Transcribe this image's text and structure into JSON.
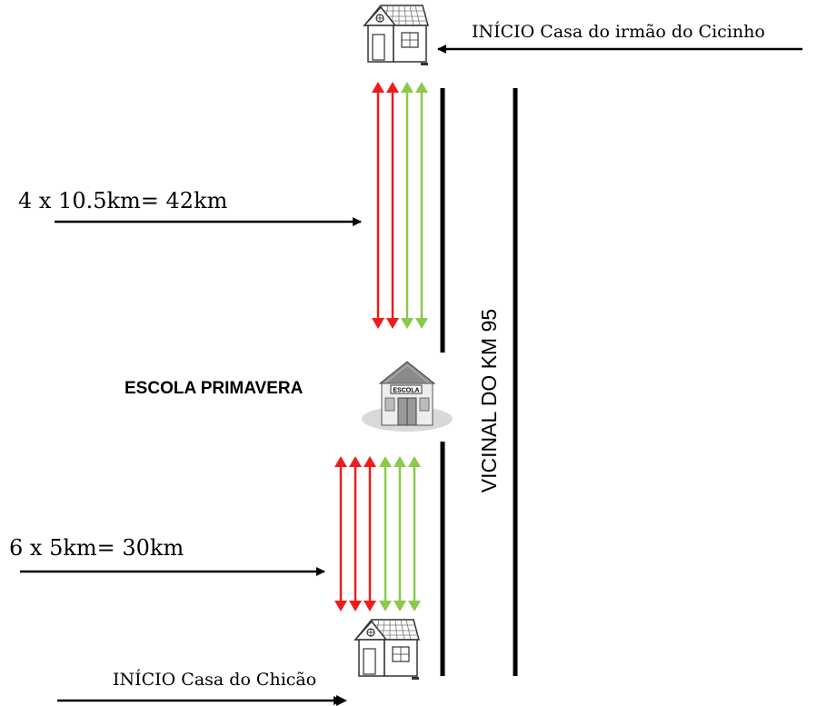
{
  "labels": {
    "top_start": "INÍCIO Casa do irmão do Cicinho",
    "upper_calc": "4 x 10.5km= 42km",
    "school": "ESCOLA PRIMAVERA",
    "road": "VICINAL DO KM 95",
    "lower_calc": "6 x 5km= 30km",
    "bottom_start": "INÍCIO Casa do Chicão",
    "school_sign": "ESCOLA"
  },
  "colors": {
    "red": "#ee1c1c",
    "green": "#8cc84b",
    "line": "#000000"
  },
  "icons": {
    "top_house": "house-icon",
    "school": "school-building-icon",
    "bottom_house": "house-icon"
  }
}
